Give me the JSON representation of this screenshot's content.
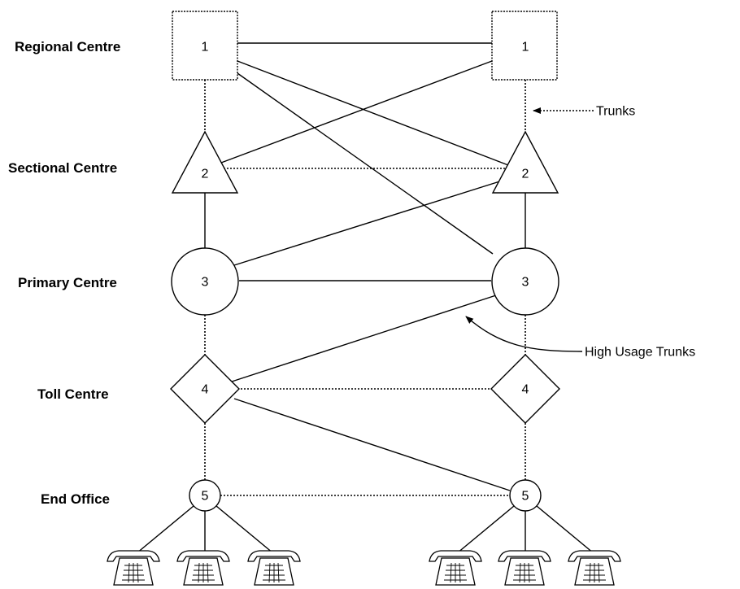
{
  "levels": {
    "regional": "Regional Centre",
    "sectional": "Sectional Centre",
    "primary": "Primary Centre",
    "toll": "Toll Centre",
    "end": "End Office"
  },
  "node_numbers": {
    "regional": "1",
    "sectional": "2",
    "primary": "3",
    "toll": "4",
    "end": "5"
  },
  "annotations": {
    "trunks": "Trunks",
    "high_usage": "High Usage Trunks"
  }
}
